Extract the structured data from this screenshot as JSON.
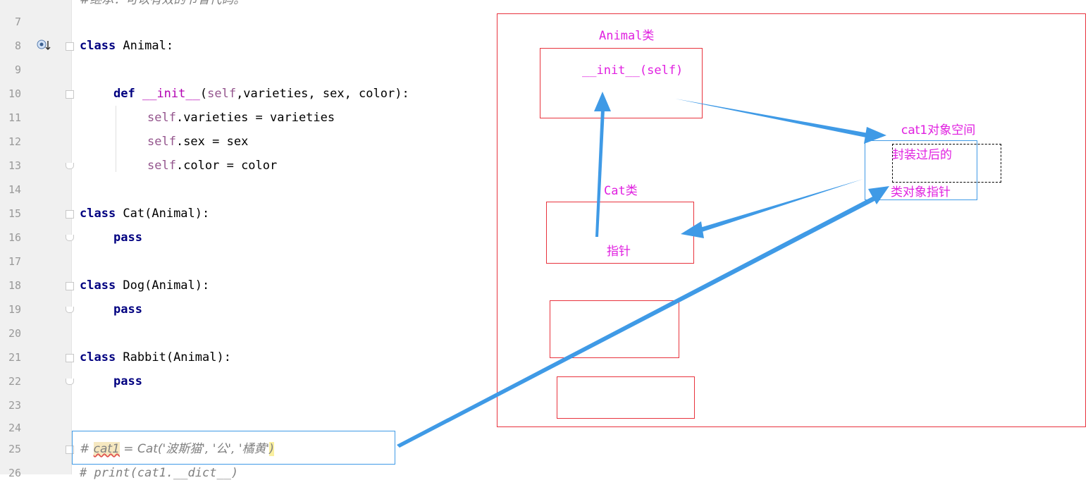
{
  "editor": {
    "top_partial_comment": "#继承：可以有效的节省代码。",
    "lines": [
      {
        "num": "7"
      },
      {
        "num": "8"
      },
      {
        "num": "9"
      },
      {
        "num": "10"
      },
      {
        "num": "11"
      },
      {
        "num": "12"
      },
      {
        "num": "13"
      },
      {
        "num": "14"
      },
      {
        "num": "15"
      },
      {
        "num": "16"
      },
      {
        "num": "17"
      },
      {
        "num": "18"
      },
      {
        "num": "19"
      },
      {
        "num": "20"
      },
      {
        "num": "21"
      },
      {
        "num": "22"
      },
      {
        "num": "23"
      },
      {
        "num": "24"
      },
      {
        "num": "25"
      },
      {
        "num": "26"
      }
    ],
    "code": {
      "kw_class": "class",
      "kw_def": "def",
      "kw_pass": "pass",
      "animal_name": " Animal:",
      "init_name": "__init__",
      "init_params_open": "(",
      "self_word": "self",
      "init_params_rest": ",varieties, sex, color):",
      "assign_varieties": ".varieties = varieties",
      "assign_sex": ".sex = sex",
      "assign_color": ".color = color",
      "cat_name": " Cat(Animal):",
      "dog_name": " Dog(Animal):",
      "rabbit_name": " Rabbit(Animal):",
      "line25_prefix": "# ",
      "line25_var": "cat1",
      "line25_mid": " = Cat('波斯猫', '公', '橘黄'",
      "line25_paren": ")",
      "line26": "# print(cat1.__dict__)"
    }
  },
  "diagram": {
    "animal_class_label": "Animal类",
    "init_label": "__init__(self)",
    "cat_class_label": "Cat类",
    "pointer_label": "指针",
    "cat1_space_label": "cat1对象空间",
    "encapsulated_label": "封装过后的",
    "class_pointer_label": "类对象指针"
  },
  "colors": {
    "keyword": "#000080",
    "function": "#b200b2",
    "self": "#94558d",
    "comment": "#808080",
    "diagram_red": "#e8333d",
    "diagram_blue": "#3f9ae6",
    "diagram_pink": "#e020e0"
  }
}
